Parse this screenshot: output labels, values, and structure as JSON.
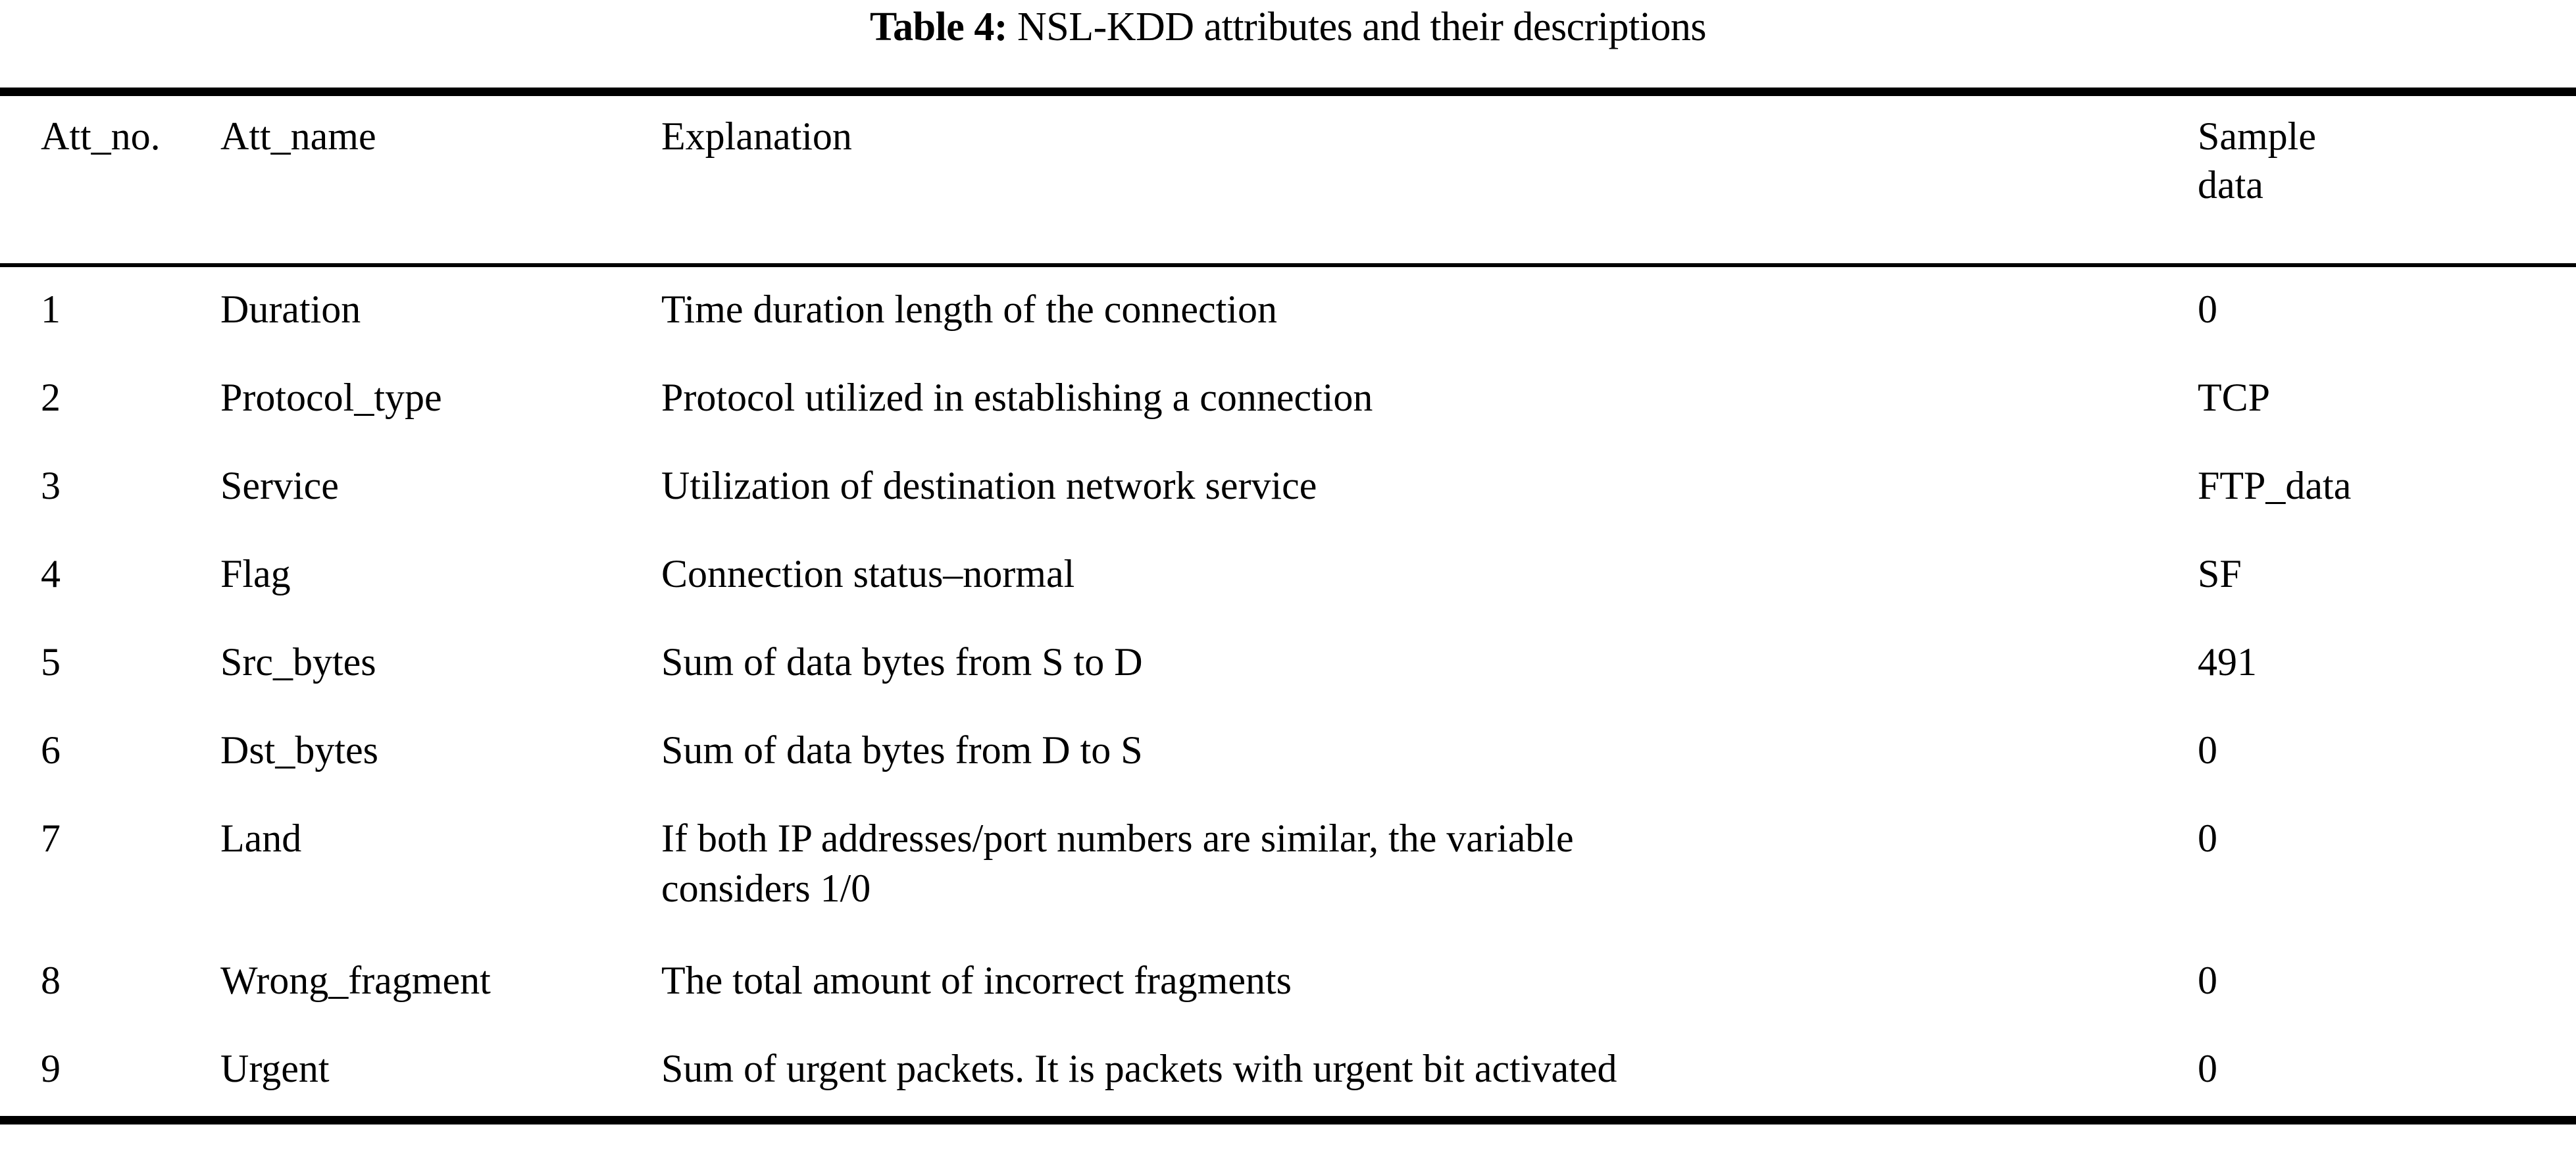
{
  "caption": {
    "label": "Table 4:",
    "text": " NSL-KDD attributes and their descriptions"
  },
  "table": {
    "headers": {
      "att_no": "Att_no.",
      "att_name": "Att_name",
      "explanation": "Explanation",
      "sample_data_line1": "Sample",
      "sample_data_line2": "data"
    },
    "rows": [
      {
        "no": "1",
        "name": "Duration",
        "explanation_line1": "Time duration length of the connection",
        "explanation_line2": "",
        "sample": "0"
      },
      {
        "no": "2",
        "name": "Protocol_type",
        "explanation_line1": "Protocol utilized in establishing a connection",
        "explanation_line2": "",
        "sample": "TCP"
      },
      {
        "no": "3",
        "name": "Service",
        "explanation_line1": "Utilization of destination network service",
        "explanation_line2": "",
        "sample": "FTP_data"
      },
      {
        "no": "4",
        "name": "Flag",
        "explanation_line1": "Connection status–normal",
        "explanation_line2": "",
        "sample": "SF"
      },
      {
        "no": "5",
        "name": "Src_bytes",
        "explanation_line1": "Sum of data bytes from S to D",
        "explanation_line2": "",
        "sample": "491"
      },
      {
        "no": "6",
        "name": "Dst_bytes",
        "explanation_line1": "Sum of data bytes from D to S",
        "explanation_line2": "",
        "sample": "0"
      },
      {
        "no": "7",
        "name": "Land",
        "explanation_line1": "If both IP addresses/port numbers are similar, the variable",
        "explanation_line2": "considers 1/0",
        "sample": "0"
      },
      {
        "no": "8",
        "name": "Wrong_fragment",
        "explanation_line1": "The total amount of incorrect fragments",
        "explanation_line2": "",
        "sample": "0"
      },
      {
        "no": "9",
        "name": "Urgent",
        "explanation_line1": "Sum of urgent packets. It is packets with urgent bit activated",
        "explanation_line2": "",
        "sample": "0"
      }
    ]
  }
}
